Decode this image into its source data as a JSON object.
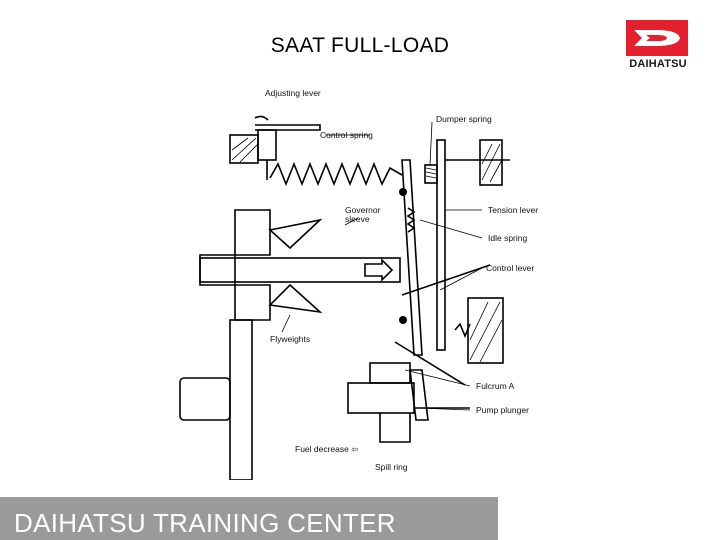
{
  "title": "SAAT FULL-LOAD",
  "logo": {
    "brand": "DAIHATSU",
    "icon": "daihatsu-d-logo",
    "color": "#e4202e"
  },
  "footer": {
    "text": "DAIHATSU TRAINING CENTER",
    "background": "#9a9a9a"
  },
  "diagram": {
    "labels": {
      "adjusting_lever": "Adjusting lever",
      "control_spring": "Control spring",
      "dumper_spring": "Dumper spring",
      "governor_sleeve_1": "Governor",
      "governor_sleeve_2": "sleeve",
      "tension_lever": "Tension lever",
      "idle_spring": "Idle spring",
      "control_lever": "Control lever",
      "flyweights": "Flyweights",
      "fulcrum_a": "Fulcrum A",
      "pump_plunger": "Pump plunger",
      "fuel_decrease": "Fuel decrease ⇦",
      "spill_ring": "Spill ring"
    }
  }
}
